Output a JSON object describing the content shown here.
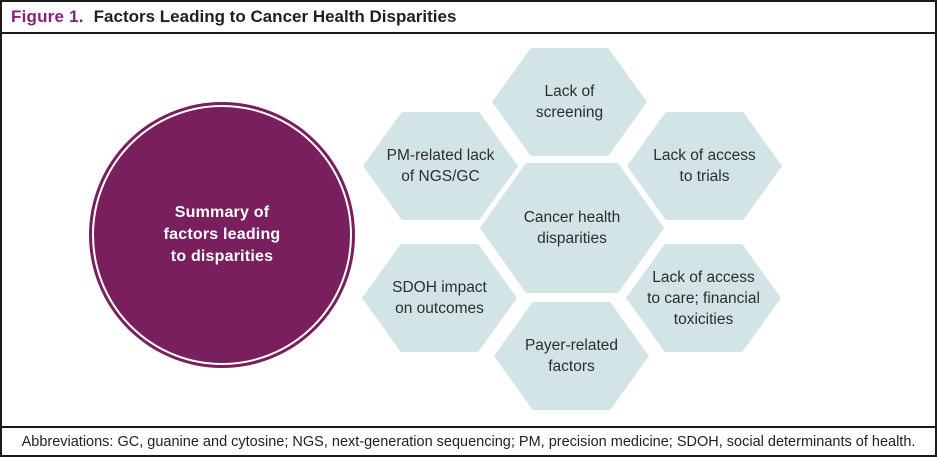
{
  "header": {
    "label": "Figure 1.",
    "title": "Factors Leading to Cancer Health Disparities"
  },
  "circle": {
    "label": "Summary of factors leading to disparities",
    "lines": [
      "Summary of",
      "factors leading",
      "to disparities"
    ]
  },
  "hexagons": {
    "top": {
      "label": "Lack of screening",
      "lines": [
        "Lack of",
        "screening"
      ]
    },
    "top_left": {
      "label": "PM-related lack of NGS/GC",
      "lines": [
        "PM-related lack",
        "of NGS/GC"
      ]
    },
    "top_right": {
      "label": "Lack of access to trials",
      "lines": [
        "Lack of access",
        "to trials"
      ]
    },
    "center": {
      "label": "Cancer health disparities",
      "lines": [
        "Cancer health",
        "disparities"
      ]
    },
    "bottom_left": {
      "label": "SDOH impact on outcomes",
      "lines": [
        "SDOH impact",
        "on outcomes"
      ]
    },
    "bottom_right": {
      "label": "Lack of access to care; financial toxicities",
      "lines": [
        "Lack of access",
        "to care; financial",
        "toxicities"
      ]
    },
    "bottom": {
      "label": "Payer-related factors",
      "lines": [
        "Payer-related",
        "factors"
      ]
    }
  },
  "footer": {
    "text": "Abbreviations: GC, guanine and cytosine; NGS, next-generation sequencing; PM, precision medicine; SDOH, social determinants of health."
  },
  "colors": {
    "accent_purple": "#8b2076",
    "circle_purple": "#7a1f5d",
    "hex_fill": "#d2e4e5",
    "text_dark": "#231f20",
    "frame_black": "#1a1a1a"
  }
}
